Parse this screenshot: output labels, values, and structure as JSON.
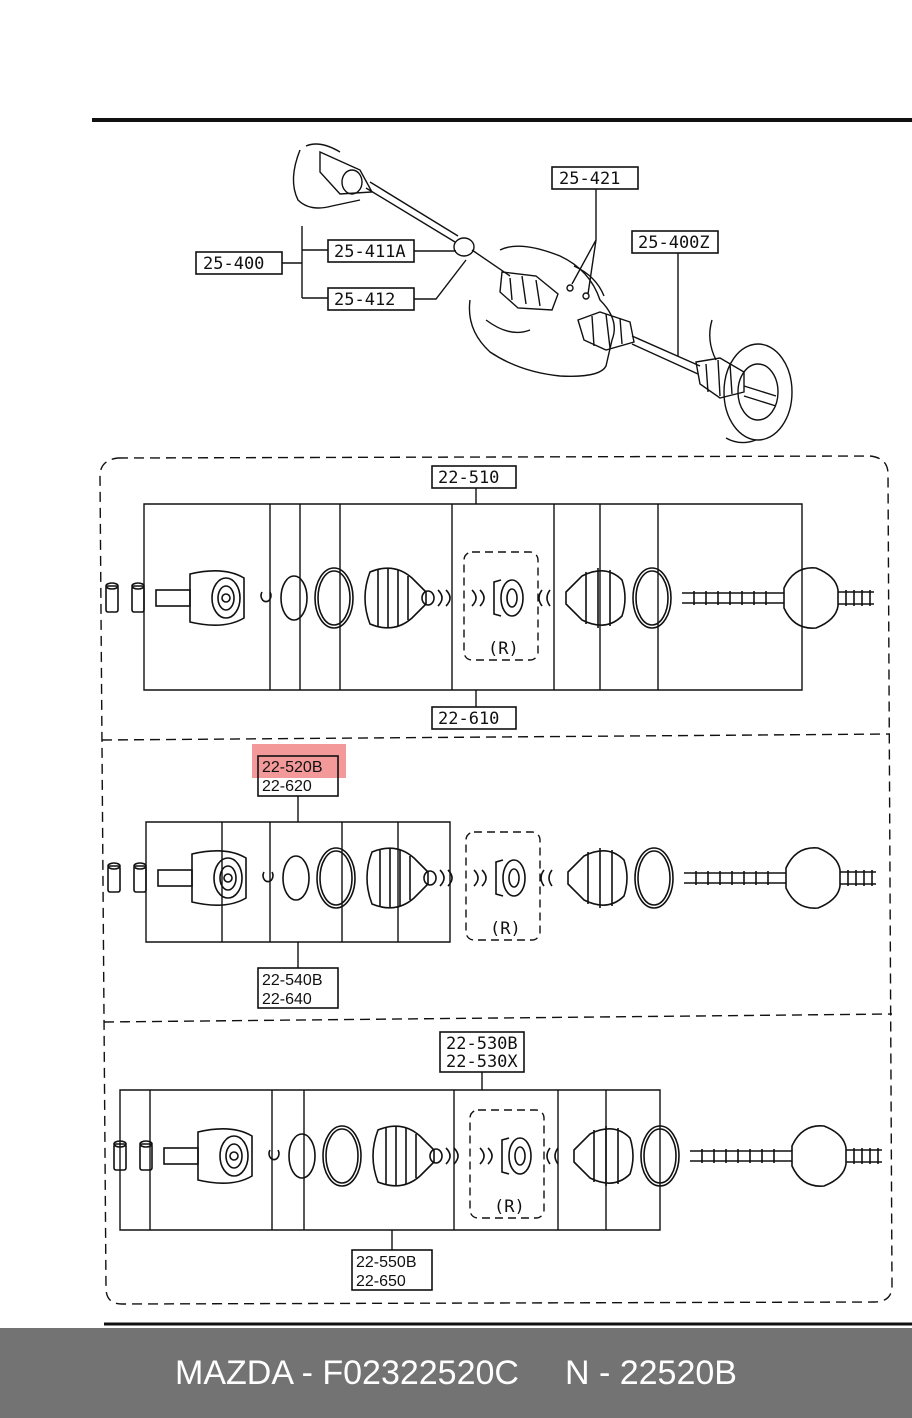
{
  "callouts": {
    "top": {
      "c25_400": "25-400",
      "c25_411A": "25-411A",
      "c25_412": "25-412",
      "c25_421": "25-421",
      "c25_400Z": "25-400Z"
    },
    "section1": {
      "top": "22-510",
      "bottom": "22-610",
      "bearing": "(R)"
    },
    "section2": {
      "top_line1": "22-520B",
      "top_line2": "22-620",
      "bottom_line1": "22-540B",
      "bottom_line2": "22-640",
      "bearing": "(R)"
    },
    "section3": {
      "top_line1": "22-530B",
      "top_line2": "22-530X",
      "bottom_line1": "22-550B",
      "bottom_line2": "22-650",
      "bearing": "(R)"
    }
  },
  "highlight": {
    "part": "22-520B",
    "color": "#f08080"
  },
  "footer": {
    "brand_part": "MAZDA - F02322520C",
    "number": "N - 22520B",
    "background": "#737373"
  }
}
